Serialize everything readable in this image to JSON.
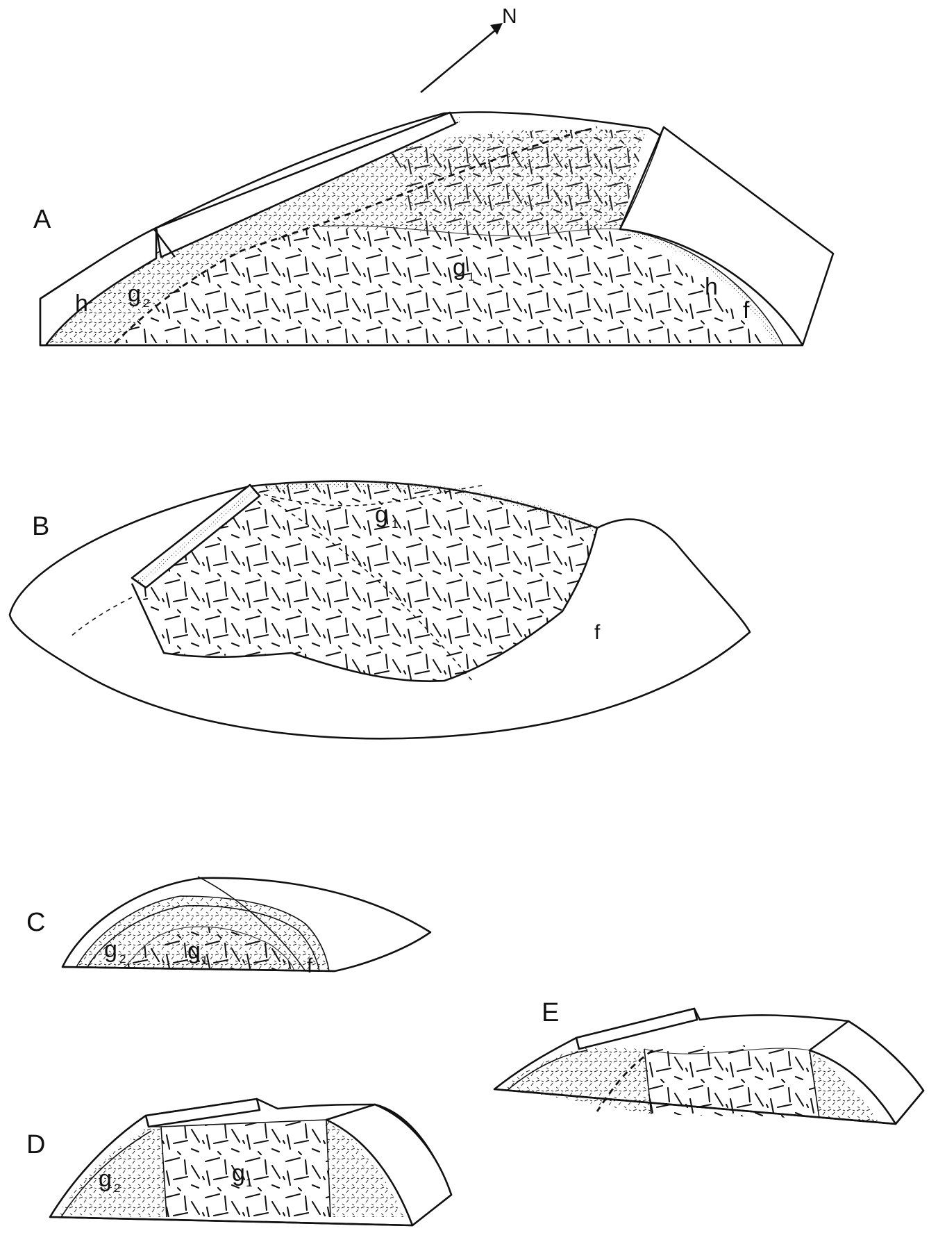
{
  "compass": {
    "label": "N"
  },
  "panels": [
    {
      "id": "A",
      "label": "A",
      "units": {
        "h_left": "h",
        "g2": "g",
        "g2_sub": "2",
        "g1": "g",
        "g1_sub": "1",
        "h_right": "h",
        "f": "f"
      }
    },
    {
      "id": "B",
      "label": "B",
      "units": {
        "g1": "g",
        "g1_sub": "1",
        "f": "f"
      }
    },
    {
      "id": "C",
      "label": "C",
      "units": {
        "g2": "g",
        "g2_sub": "2",
        "g1": "g",
        "g1_sub": "1",
        "f": "f"
      }
    },
    {
      "id": "D",
      "label": "D",
      "units": {
        "g2": "g",
        "g2_sub": "2",
        "g1": "g",
        "g1_sub": "1"
      }
    },
    {
      "id": "E",
      "label": "E",
      "units": {}
    }
  ]
}
